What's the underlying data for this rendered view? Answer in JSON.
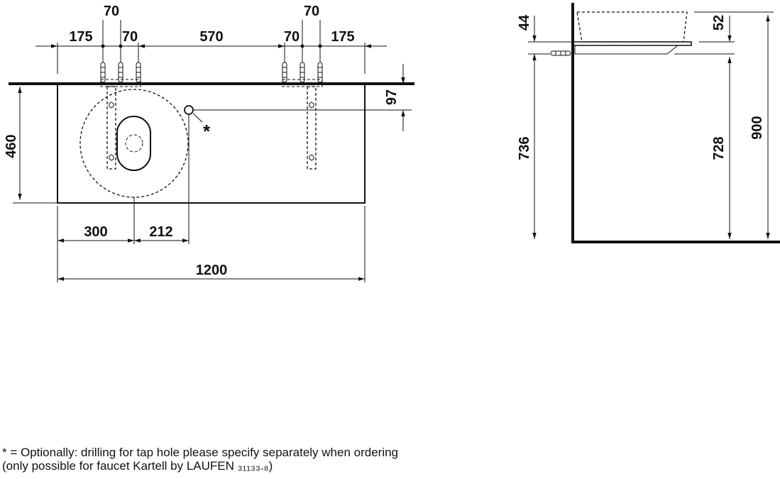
{
  "top_view": {
    "dims_top": [
      "70",
      "70"
    ],
    "dims_row": [
      "175",
      "70",
      "570",
      "70",
      "175"
    ],
    "depth": "460",
    "tap_offset": "97",
    "tap_marker": "*",
    "bowl_x": "300",
    "tap_x": "212",
    "width": "1200"
  },
  "side_view": {
    "d44": "44",
    "d52": "52",
    "d736": "736",
    "d728": "728",
    "d900": "900"
  },
  "footnote": {
    "line1": "* = Optionally: drilling for tap hole please specify separately when ordering",
    "line2": "(only possible for faucet Kartell by LAUFEN ₃₁₁₃₃.₈)"
  }
}
